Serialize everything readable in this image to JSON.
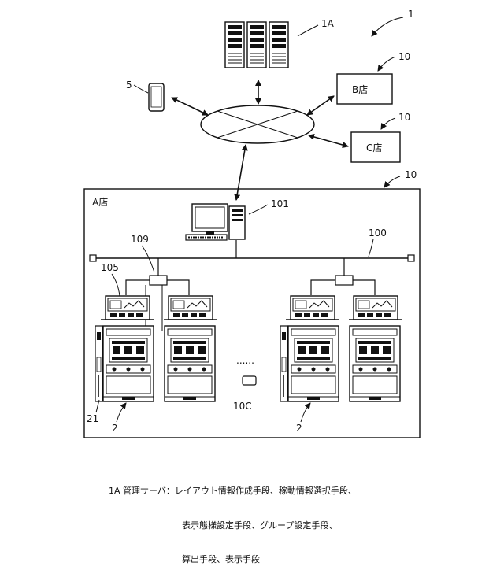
{
  "figure": {
    "system_ref": "1",
    "server_ref": "1A",
    "store_ref": "10",
    "terminal_ref": "5",
    "store_b": "B店",
    "store_c": "C店",
    "store_a": "A店",
    "pc_ref": "101",
    "lan_ref": "100",
    "hub_ref": "109",
    "unit_ref": "105",
    "machine_ref": "2",
    "side_unit_ref": "21",
    "device_ref": "10C",
    "ellipsis": "......"
  },
  "legend": {
    "term": "1A 管理サーバ：",
    "line1": "レイアウト情報作成手段、稼動情報選択手段、",
    "line2": "表示態様設定手段、グループ設定手段、",
    "line3": "算出手段、表示手段"
  }
}
